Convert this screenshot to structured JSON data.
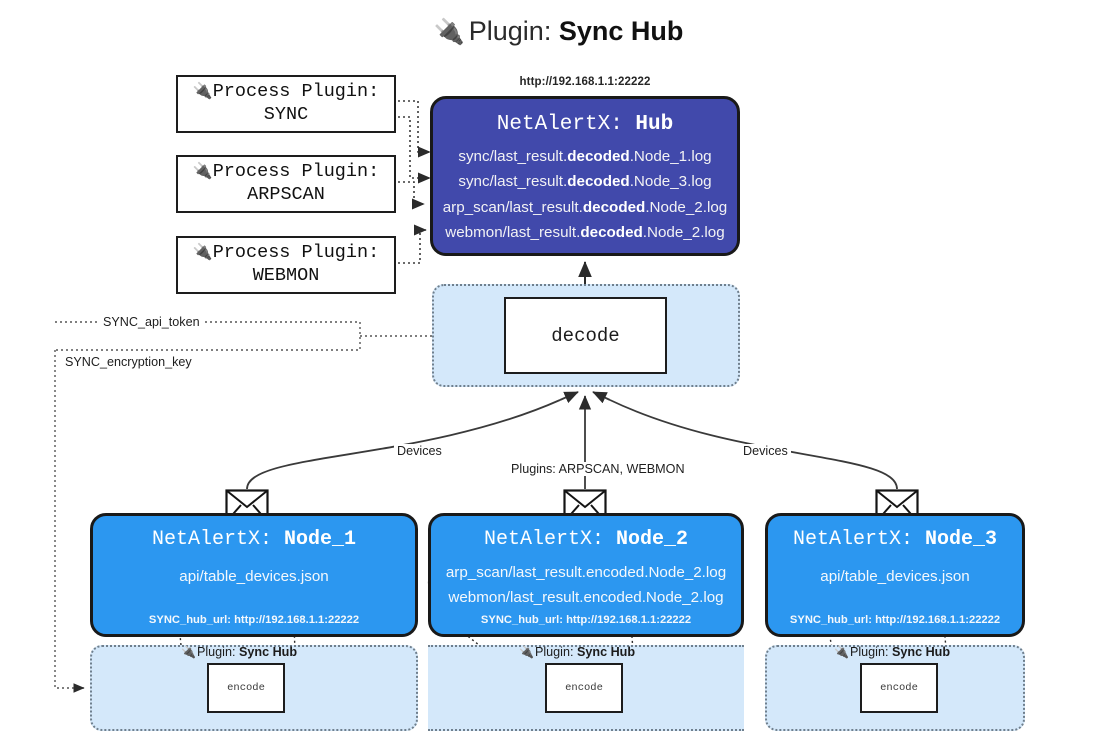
{
  "title": {
    "icon": "plug-icon",
    "prefix": "Plugin: ",
    "name": "Sync Hub",
    "full": "Plugin: Sync Hub"
  },
  "process_plugins": [
    {
      "line1": "Process Plugin:",
      "line2": "SYNC",
      "icon": "plug-icon"
    },
    {
      "line1": "Process Plugin:",
      "line2": "ARPSCAN",
      "icon": "plug-icon"
    },
    {
      "line1": "Process Plugin:",
      "line2": "WEBMON",
      "icon": "plug-icon"
    }
  ],
  "hub": {
    "url": "http://192.168.1.1:22222",
    "title_prefix": "NetAlertX: ",
    "title_name": "Hub",
    "loglines": [
      {
        "pre": "sync/last_result.",
        "mid": "decoded",
        "post": ".Node_1.log"
      },
      {
        "pre": "sync/last_result.",
        "mid": "decoded",
        "post": ".Node_3.log"
      },
      {
        "pre": "arp_scan/last_result.",
        "mid": "decoded",
        "post": ".Node_2.log"
      },
      {
        "pre": "webmon/last_result.",
        "mid": "decoded",
        "post": ".Node_2.log"
      }
    ]
  },
  "decode": {
    "label": "decode"
  },
  "secrets": {
    "api_token": "SYNC_api_token",
    "encryption_key": "SYNC_encryption_key"
  },
  "edge_labels": {
    "devices_left": "Devices",
    "devices_right": "Devices",
    "plugins_mid": "Plugins: ARPSCAN, WEBMON"
  },
  "nodes": [
    {
      "title_prefix": "NetAlertX: ",
      "title_name": "Node_1",
      "lines": [
        "api/table_devices.json"
      ],
      "hub_url_label": "SYNC_hub_url: http://192.168.1.1:22222",
      "envelope_icon": "envelope-icon"
    },
    {
      "title_prefix": "NetAlertX: ",
      "title_name": "Node_2",
      "lines": [
        "arp_scan/last_result.encoded.Node_2.log",
        "webmon/last_result.encoded.Node_2.log"
      ],
      "hub_url_label": "SYNC_hub_url: http://192.168.1.1:22222",
      "envelope_icon": "envelope-icon"
    },
    {
      "title_prefix": "NetAlertX: ",
      "title_name": "Node_3",
      "lines": [
        "api/table_devices.json"
      ],
      "hub_url_label": "SYNC_hub_url: http://192.168.1.1:22222",
      "envelope_icon": "envelope-icon"
    }
  ],
  "encoders": [
    {
      "plugin_prefix": "Plugin: ",
      "plugin_name": "Sync Hub",
      "label": "encode",
      "icon": "plug-icon"
    },
    {
      "plugin_prefix": "Plugin: ",
      "plugin_name": "Sync Hub",
      "label": "encode",
      "icon": "plug-icon"
    },
    {
      "plugin_prefix": "Plugin: ",
      "plugin_name": "Sync Hub",
      "label": "encode",
      "icon": "plug-icon"
    }
  ],
  "colors": {
    "hub_fill": "#4149ab",
    "node_fill": "#2c97f0",
    "group_fill": "#d4e8fa",
    "group_border": "#6f7f8d",
    "stroke": "#191919",
    "background": "#ffffff"
  }
}
